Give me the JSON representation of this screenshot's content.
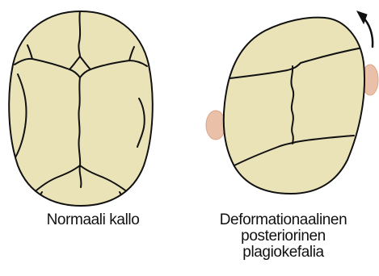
{
  "colors": {
    "skull_fill": "#EAE3B8",
    "suture_stroke": "#111111",
    "ear_fill": "#EBC0A9",
    "arrow": "#111111"
  },
  "left_figure": {
    "caption": "Normaali kallo"
  },
  "right_figure": {
    "caption_lines": [
      "Deformationaalinen",
      "posteriorinen",
      "plagiokefalia"
    ],
    "arrow_icon": "curved-rotation-arrow-icon"
  }
}
